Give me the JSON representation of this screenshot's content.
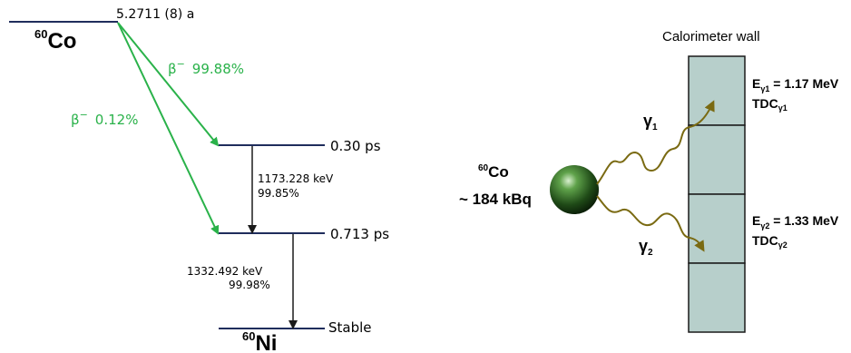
{
  "decay_scheme": {
    "parent": {
      "mass": "60",
      "symbol": "Co",
      "halflife": "5.2711 (8) a"
    },
    "beta_branches": [
      {
        "label": "β",
        "sup": "−",
        "intensity": "99.88%"
      },
      {
        "label": "β",
        "sup": "−",
        "intensity": "0.12%"
      }
    ],
    "levels": [
      {
        "lifetime": "0.30 ps"
      },
      {
        "lifetime": "0.713 ps"
      },
      {
        "lifetime": "Stable"
      }
    ],
    "gammas": [
      {
        "energy": "1173.228 keV",
        "intensity": "99.85%"
      },
      {
        "energy": "1332.492 keV",
        "intensity": "99.98%"
      }
    ],
    "daughter": {
      "mass": "60",
      "symbol": "Ni"
    }
  },
  "setup": {
    "wall_title": "Calorimeter wall",
    "source": {
      "mass": "60",
      "symbol": "Co",
      "activity": "~ 184 kBq"
    },
    "gamma1": {
      "label": "γ",
      "sub": "1",
      "E_main": "E",
      "E_sub": "γ1",
      "E_value": " = 1.17 MeV",
      "tdc_main": "TDC",
      "tdc_sub": "γ1"
    },
    "gamma2": {
      "label": "γ",
      "sub": "2",
      "E_main": "E",
      "E_sub": "γ2",
      "E_value": " = 1.33 MeV",
      "tdc_main": "TDC",
      "tdc_sub": "γ2"
    }
  },
  "colors": {
    "level_line": "#1f2d5c",
    "beta": "#2ab24a",
    "gamma_arrow": "#1a1a1a",
    "wave": "#7a6a12",
    "wall_fill": "#b7cfcb",
    "wall_stroke": "#1a1a1a"
  }
}
